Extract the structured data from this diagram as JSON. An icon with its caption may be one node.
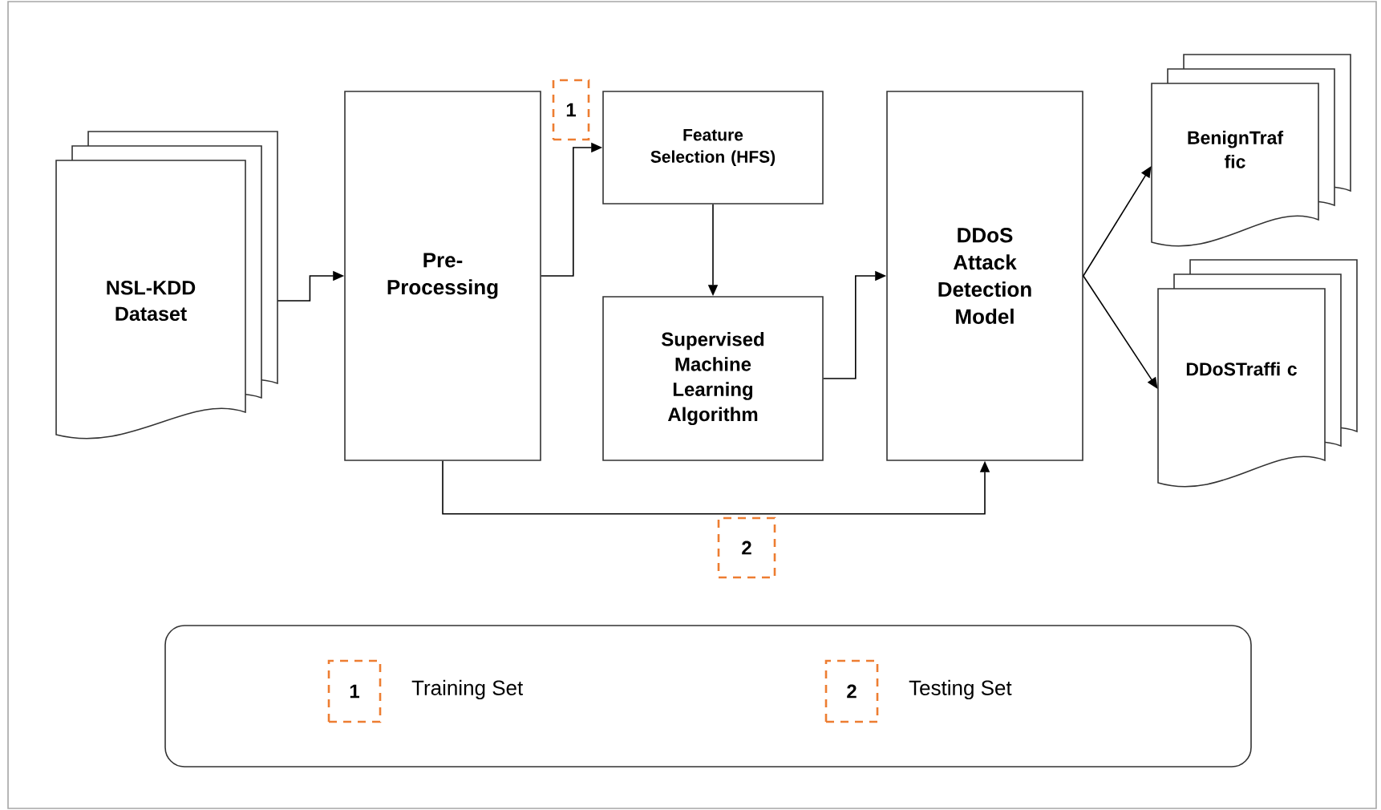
{
  "diagram": {
    "nodes": [
      {
        "text": [
          "NSL-KDD Dataset"
        ]
      },
      {
        "text": [
          "Pre- Processing"
        ]
      },
      {
        "text": [
          "Feature Selection (HFS)"
        ]
      },
      {
        "text": [
          "Supervised Machine Learning Algorithm"
        ]
      },
      {
        "text": [
          "DDoS Attack Detection Model"
        ]
      },
      {
        "text": [
          "BenignTraf fic"
        ]
      },
      {
        "text": [
          "DDoSTraffi c"
        ]
      },
      {
        "text": [
          "1"
        ]
      },
      {
        "text": [
          "2"
        ]
      },
      {
        "text": [],
        "shape": "box"
      },
      {
        "text": [
          "1"
        ],
        "beside": [
          "Training Set"
        ],
        "in": 9
      },
      {
        "text": [
          "2"
        ],
        "beside": [
          "Testing Set"
        ],
        "in": 9
      }
    ],
    "edges": [
      {
        "from": 0,
        "to": 1,
        "arrow": "to"
      },
      {
        "from": 1,
        "to": 2,
        "arrow": "to"
      },
      {
        "from": 2,
        "to": 3,
        "arrow": "to"
      },
      {
        "from": 3,
        "to": 4,
        "arrow": "to"
      },
      {
        "from": 4,
        "to": 5,
        "arrow": "to"
      },
      {
        "from": 4,
        "to": 6,
        "arrow": "to"
      },
      {
        "from": 1,
        "to": 4,
        "arrow": "to"
      }
    ]
  }
}
